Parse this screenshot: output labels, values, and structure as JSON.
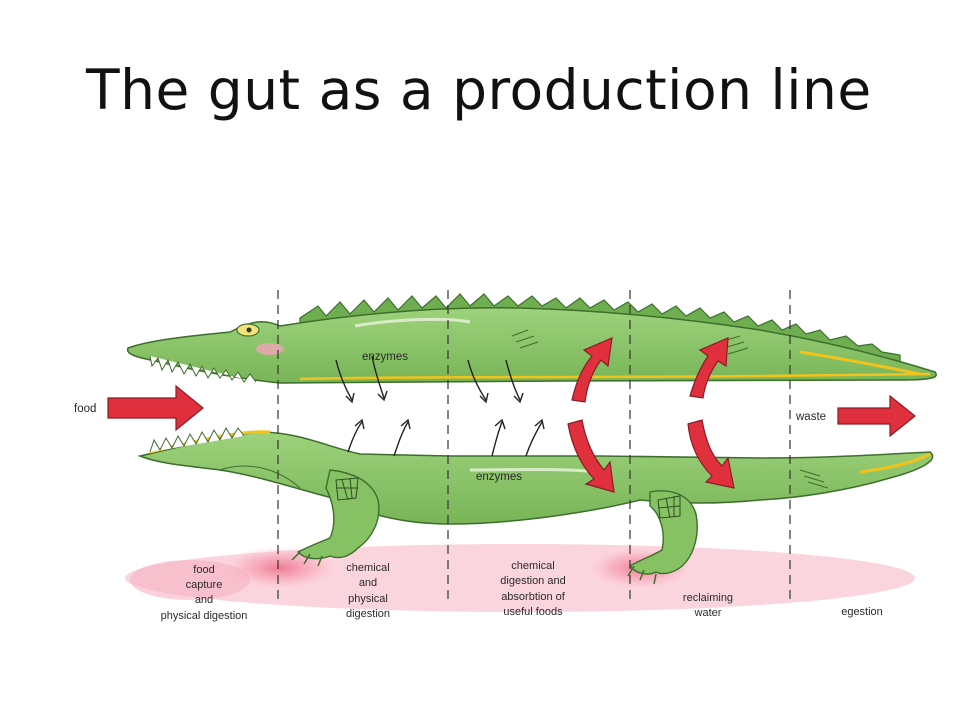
{
  "title": "The gut as a production line",
  "labels": {
    "food": "food",
    "waste": "waste",
    "enzymes_upper": "enzymes",
    "enzymes_lower": "enzymes"
  },
  "stages": [
    {
      "lines": [
        "food",
        "capture",
        "and",
        "physical digestion"
      ]
    },
    {
      "lines": [
        "chemical",
        "and",
        "physical",
        "digestion"
      ]
    },
    {
      "lines": [
        "chemical",
        "digestion and",
        "absorbtion of",
        "useful foods"
      ]
    },
    {
      "lines": [
        "reclaiming",
        "water"
      ]
    },
    {
      "lines": [
        "egestion"
      ]
    }
  ],
  "colors": {
    "body_green": "#8cc66a",
    "dark_green": "#4f8a3a",
    "arrow_red": "#e0303e",
    "ground_pink": "#f6b7c6",
    "yellow_outline": "#f1c31c"
  }
}
